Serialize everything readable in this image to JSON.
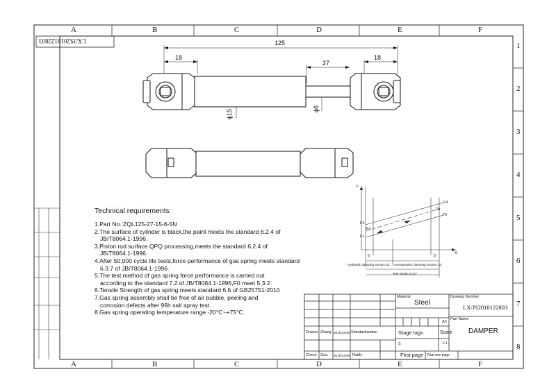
{
  "drawing_code_stamp": "LX/JS2018122803",
  "grid": {
    "columns": [
      "A",
      "B",
      "C",
      "D",
      "E",
      "F"
    ],
    "rows": [
      "1",
      "2",
      "3",
      "4",
      "5",
      "6",
      "7",
      "8"
    ]
  },
  "dimensions": {
    "overall": "125",
    "left_end": "18",
    "right_end": "18",
    "rod_extension": "27",
    "cylinder_dia": "ϕ15",
    "rod_dia": "ϕ6"
  },
  "technical_requirements": {
    "title": "Technical requirements",
    "lines": [
      "1.Part No.:ZQL125-27-15-6-5N",
      "2.The surface of cylinder is black,the paint meets the standard 6.2.4 of",
      "JB/T8064.1-1996.",
      "3.Piston rod surface QPQ processing,meets the standard 6.2.4 of",
      "JB/T8064.1-1996.",
      "4.After 50,000 cycle life tests,force performance of gas spring meets standard",
      "6.3.7 of JB/T8064.1-1996.",
      "5.The test method of gas spring force performance is carried out",
      "according to the standard 7.2 of JB/T8064.1-1996,F0 meet 5.3.2.",
      "6.Tensile Strength of gas spring meets standard 6.6 of GB25751-2010",
      "7.Gas spring assembly shall be free of air bubble, peeling and",
      "corrosion defects after 96h salt spray test.",
      "8.Gas spring operating temperature range -20°C~+75°C."
    ]
  },
  "force_chart": {
    "y_axis": "F",
    "x_axis": "S",
    "labels_left": [
      "F3",
      "Fa",
      "F1"
    ],
    "labels_right": [
      "F4",
      "Fb",
      "F2"
    ],
    "s_marks": [
      "5",
      "5"
    ],
    "hydraulic": "Hydraulic damping section S1",
    "aerodynamic": "Aerodynamic damping section S2",
    "stroke": "Test Stroke S=27"
  },
  "title_block": {
    "material_label": "Material",
    "material": "Steel",
    "drawing_number_label": "Drawing Number",
    "drawing_number": "LX/JS2018122803",
    "sheet_size": "A3",
    "part_name_label": "Part Name",
    "part_name": "DAMPER",
    "drawer_label": "Drawer",
    "drawer": "Zhang",
    "drawer_date": "2018/12/28",
    "standardization": "Standardization",
    "check_label": "Check",
    "checker": "Gao",
    "check_date": "2018/12/28",
    "ratify": "Ratify",
    "stage_tags": "Stage tags",
    "scale_label": "Scale",
    "stage": "S",
    "scale": "1:1",
    "first_page": "First page",
    "total_pages": "Total one page"
  }
}
